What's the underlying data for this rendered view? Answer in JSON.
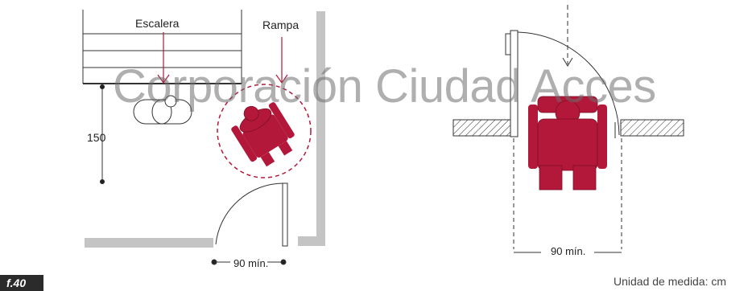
{
  "labels": {
    "stair": "Escalera",
    "ramp": "Rampa",
    "depth": "150",
    "door_width_left": "90 mín.",
    "door_width_right": "90 mín."
  },
  "watermark": "Corporación Ciudad Acces",
  "figure_id": "f.40",
  "unit_note": "Unidad de medida: cm",
  "colors": {
    "wheelchair": "#b3183a",
    "wall": "#c4c4c4",
    "badge": "#2b2b2b"
  }
}
